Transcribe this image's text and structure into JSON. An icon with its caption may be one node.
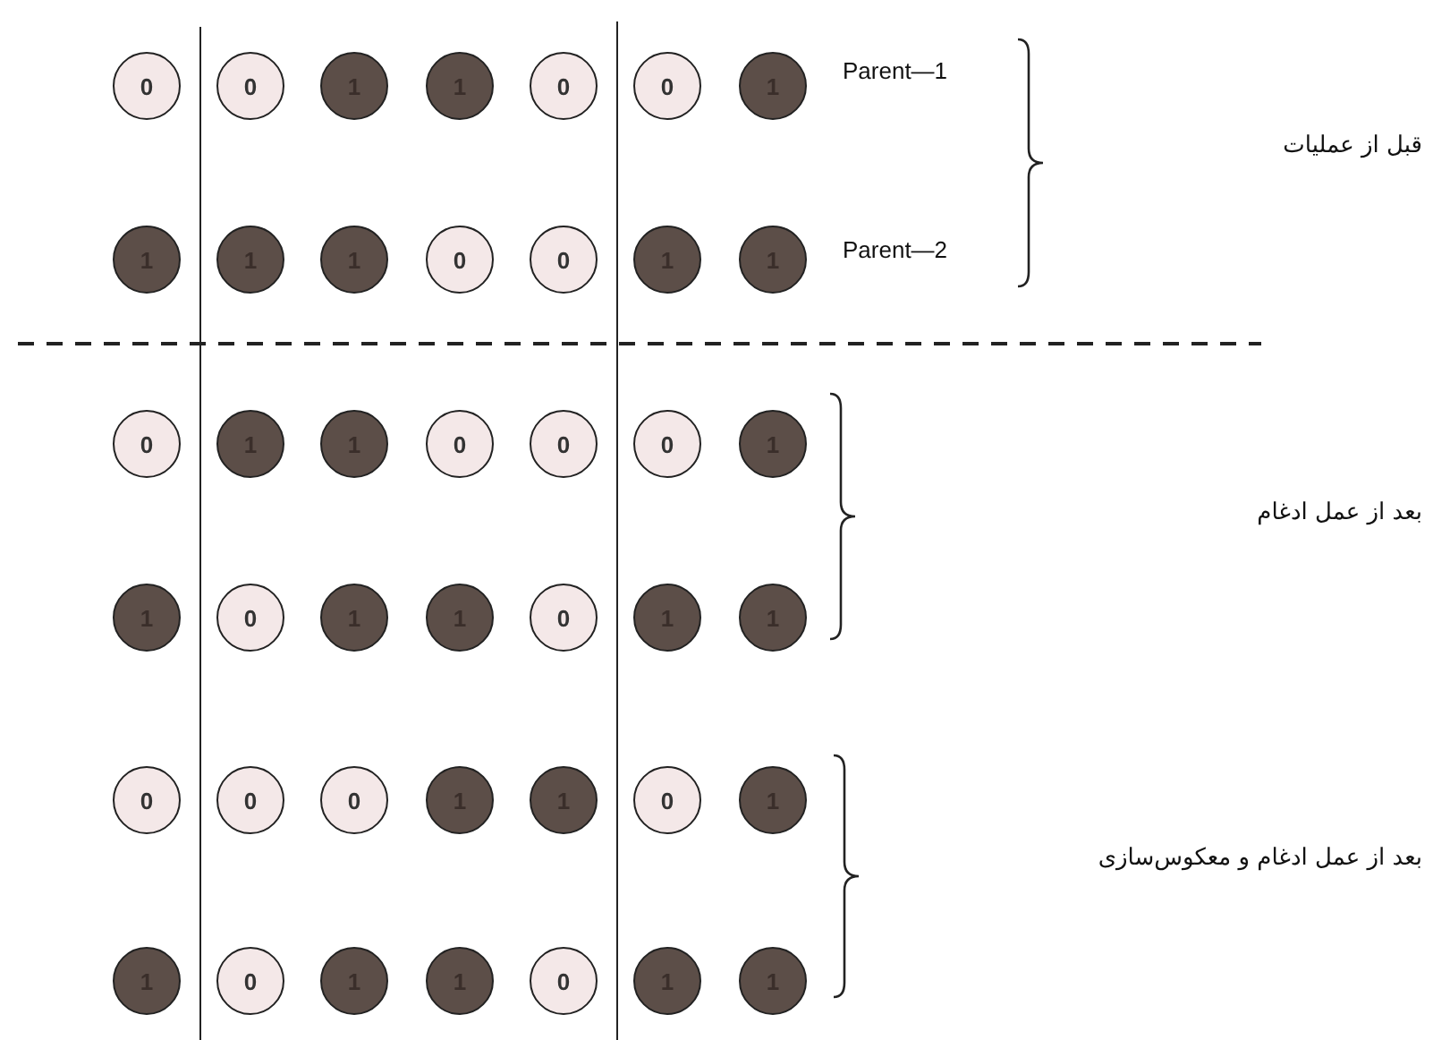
{
  "diagram": {
    "nodes": [
      {
        "text": [
          "0"
        ]
      },
      {
        "text": [
          "0"
        ]
      },
      {
        "text": [
          "1"
        ]
      },
      {
        "text": [
          "1"
        ]
      },
      {
        "text": [
          "0"
        ]
      },
      {
        "text": [
          "0"
        ]
      },
      {
        "text": [
          "1"
        ]
      },
      {
        "text": [
          "1"
        ]
      },
      {
        "text": [
          "1"
        ]
      },
      {
        "text": [
          "1"
        ]
      },
      {
        "text": [
          "0"
        ]
      },
      {
        "text": [
          "0"
        ]
      },
      {
        "text": [
          "1"
        ]
      },
      {
        "text": [
          "1"
        ]
      },
      {
        "text": [
          "0"
        ]
      },
      {
        "text": [
          "1"
        ]
      },
      {
        "text": [
          "1"
        ]
      },
      {
        "text": [
          "0"
        ]
      },
      {
        "text": [
          "0"
        ]
      },
      {
        "text": [
          "0"
        ]
      },
      {
        "text": [
          "1"
        ]
      },
      {
        "text": [
          "1"
        ]
      },
      {
        "text": [
          "0"
        ]
      },
      {
        "text": [
          "1"
        ]
      },
      {
        "text": [
          "1"
        ]
      },
      {
        "text": [
          "0"
        ]
      },
      {
        "text": [
          "1"
        ]
      },
      {
        "text": [
          "1"
        ]
      },
      {
        "text": [
          "0"
        ]
      },
      {
        "text": [
          "0"
        ]
      },
      {
        "text": [
          "0"
        ]
      },
      {
        "text": [
          "1"
        ]
      },
      {
        "text": [
          "1"
        ]
      },
      {
        "text": [
          "0"
        ]
      },
      {
        "text": [
          "1"
        ]
      },
      {
        "text": [
          "1"
        ]
      },
      {
        "text": [
          "0"
        ]
      },
      {
        "text": [
          "1"
        ]
      },
      {
        "text": [
          "1"
        ]
      },
      {
        "text": [
          "0"
        ]
      },
      {
        "text": [
          "1"
        ]
      },
      {
        "text": [
          "1"
        ]
      }
    ],
    "labels": [
      "Parent—1",
      "قبل از عملیات",
      "Parent—2",
      "بعد از عمل ادغام",
      "بعد از عمل ادغام و معکوس‌سازی"
    ]
  }
}
